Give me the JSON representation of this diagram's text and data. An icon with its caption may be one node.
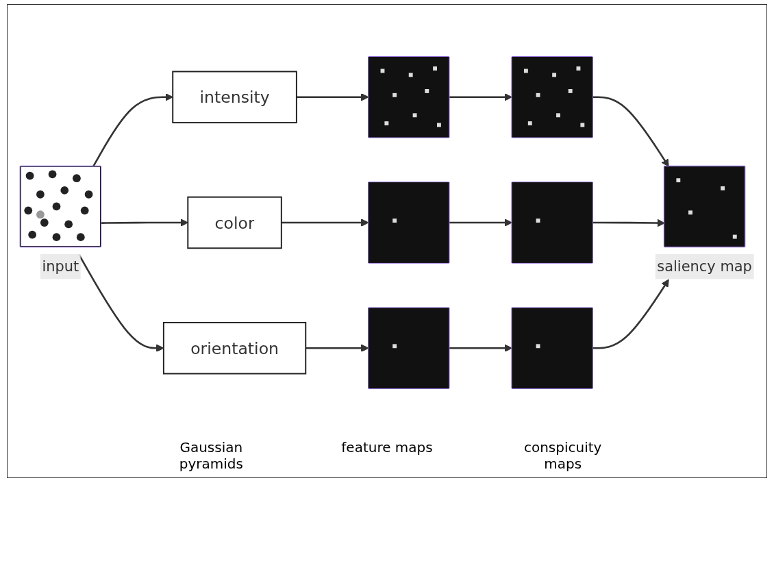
{
  "diagram": {
    "nodes": [
      {
        "text": [],
        "shape": "picture",
        "beside": [
          "input"
        ]
      },
      {
        "text": [
          "intensity"
        ]
      },
      {
        "text": [
          "color"
        ]
      },
      {
        "text": [
          "orientation"
        ]
      },
      {
        "text": [],
        "shape": "picture"
      },
      {
        "text": [],
        "shape": "picture"
      },
      {
        "text": [],
        "shape": "picture"
      },
      {
        "text": [],
        "shape": "picture"
      },
      {
        "text": [],
        "shape": "picture"
      },
      {
        "text": [],
        "shape": "picture"
      },
      {
        "text": [],
        "shape": "picture",
        "beside": [
          "saliency map"
        ]
      }
    ],
    "edges": [
      {
        "from": 0,
        "to": 1,
        "arrow": "to"
      },
      {
        "from": 0,
        "to": 2,
        "arrow": "to"
      },
      {
        "from": 0,
        "to": 3,
        "arrow": "to"
      },
      {
        "from": 1,
        "to": 4,
        "arrow": "to"
      },
      {
        "from": 2,
        "to": 5,
        "arrow": "to"
      },
      {
        "from": 3,
        "to": 6,
        "arrow": "to"
      },
      {
        "from": 4,
        "to": 7,
        "arrow": "to"
      },
      {
        "from": 5,
        "to": 8,
        "arrow": "to"
      },
      {
        "from": 6,
        "to": 9,
        "arrow": "to"
      },
      {
        "from": 7,
        "to": 10,
        "arrow": "to"
      },
      {
        "from": 8,
        "to": 10,
        "arrow": "to"
      },
      {
        "from": 9,
        "to": 10,
        "arrow": "to"
      }
    ],
    "labels": [
      "Gaussian pyramids",
      "feature maps",
      "conspicuity maps"
    ]
  }
}
